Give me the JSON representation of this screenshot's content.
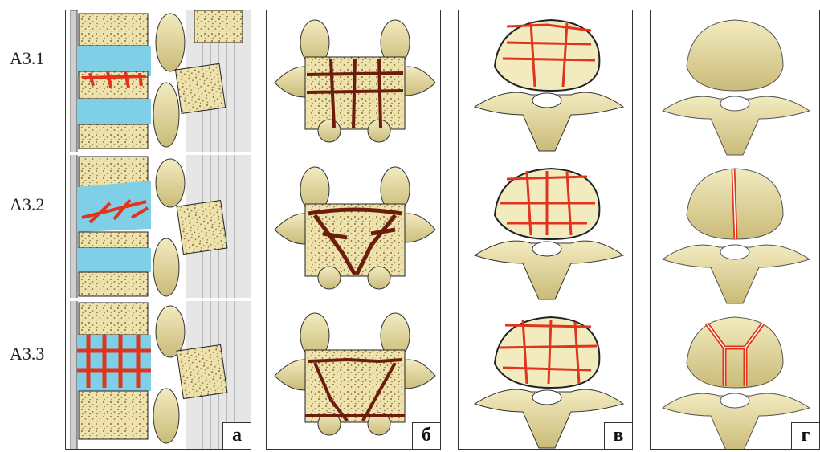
{
  "row_labels": [
    "A3.1",
    "A3.2",
    "A3.3"
  ],
  "panel_letters": [
    "а",
    "б",
    "в",
    "г"
  ],
  "colors": {
    "bone": "#eee3ad",
    "bone_shade": "#cfc282",
    "cancellous_dot": "#8a6a3c",
    "disc": "#7fd0e6",
    "fracture_red": "#e0341c",
    "fracture_dark": "#6b1c0c",
    "outline": "#222222"
  }
}
